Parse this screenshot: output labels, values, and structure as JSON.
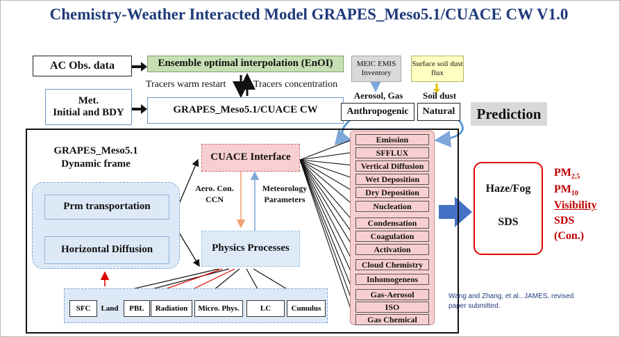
{
  "title": "Chemistry-Weather Interacted Model GRAPES_Meso5.1/CUACE CW V1.0",
  "inputs": {
    "ac_obs": "AC Obs. data",
    "enoi": "Ensemble optimal interpolation (EnOI)",
    "meic_emis": "MEIC EMIS Inventory",
    "surface_dust": "Surface soil dust flux",
    "tracers_warm": "Tracers warm restart",
    "tracers_conc": "Tracers concentration",
    "aerosol_gas": "Aerosol, Gas",
    "anthropogenic": "Anthropogenic",
    "soil_dust": "Soil dust",
    "natural": "Natural",
    "met_line1": "Met.",
    "met_line2": "Initial and BDY",
    "grapes_cuace": "GRAPES_Meso5.1/CUACE CW",
    "prediction": "Prediction"
  },
  "model": {
    "frame_title_1": "GRAPES_Meso5.1",
    "frame_title_2": "Dynamic frame",
    "prm_transport": "Prm  transportation",
    "horizontal_diffusion": "Horizontal Diffusion",
    "cuace_interface": "CUACE Interface",
    "physics_processes": "Physics  Processes",
    "aero_con_1": "Aero. Con.",
    "aero_con_2": "CCN",
    "met_params_1": "Meteorology",
    "met_params_2": "Parameters"
  },
  "params": [
    "SFC",
    "Land",
    "PBL",
    "Radiation",
    "Micro. Phys.",
    "LC",
    "Cumulus"
  ],
  "processes": [
    "Emission",
    "SFFLUX",
    "Vertical Diffusion",
    "Wet Deposition",
    "Dry Deposition",
    "Nucleation",
    "Condensation",
    "Coagulation",
    "Activation",
    "Cloud  Chemistry",
    "Inhomogeneos",
    "Gas-Aerosol",
    "ISO",
    "Gas    Chemical"
  ],
  "outputs": {
    "haze_fog": "Haze/Fog",
    "sds": "SDS",
    "pm25_base": "PM",
    "pm25_sub": "2.5",
    "pm10_base": "PM",
    "pm10_sub": "10",
    "visibility": "Visibility",
    "sds2": "SDS",
    "con": "(Con.)"
  },
  "citation": {
    "line1": "Wang and Zhang, et al., JAMES, revised",
    "line2": "paper submitted."
  }
}
